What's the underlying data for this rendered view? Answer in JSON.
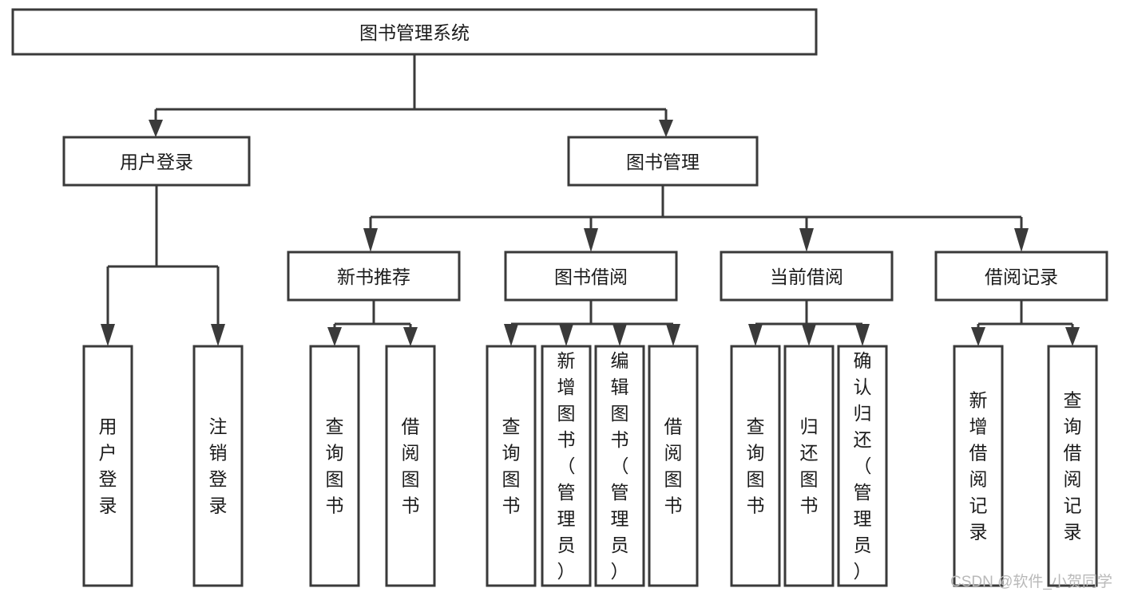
{
  "diagram": {
    "type": "tree",
    "title": "图书管理系统",
    "root": {
      "id": "root",
      "label": "图书管理系统",
      "orientation": "horizontal"
    },
    "level1": [
      {
        "id": "user-login",
        "label": "用户登录",
        "orientation": "horizontal"
      },
      {
        "id": "book-manage",
        "label": "图书管理",
        "orientation": "horizontal"
      }
    ],
    "level2": [
      {
        "id": "new-book-recommend",
        "label": "新书推荐",
        "orientation": "horizontal"
      },
      {
        "id": "book-borrow",
        "label": "图书借阅",
        "orientation": "horizontal"
      },
      {
        "id": "current-borrow",
        "label": "当前借阅",
        "orientation": "horizontal"
      },
      {
        "id": "borrow-record",
        "label": "借阅记录",
        "orientation": "horizontal"
      }
    ],
    "leaves": {
      "user-login": [
        {
          "id": "leaf-user-login",
          "label": "用户登录",
          "orientation": "vertical"
        },
        {
          "id": "leaf-logout",
          "label": "注销登录",
          "orientation": "vertical"
        }
      ],
      "new-book-recommend": [
        {
          "id": "leaf-query-book-1",
          "label": "查询图书",
          "orientation": "vertical"
        },
        {
          "id": "leaf-borrow-book-1",
          "label": "借阅图书",
          "orientation": "vertical"
        }
      ],
      "book-borrow": [
        {
          "id": "leaf-query-book-2",
          "label": "查询图书",
          "orientation": "vertical"
        },
        {
          "id": "leaf-add-book",
          "label": "新增图书（管理员）",
          "orientation": "vertical"
        },
        {
          "id": "leaf-edit-book",
          "label": "编辑图书（管理员）",
          "orientation": "vertical"
        },
        {
          "id": "leaf-borrow-book-2",
          "label": "借阅图书",
          "orientation": "vertical"
        }
      ],
      "current-borrow": [
        {
          "id": "leaf-query-book-3",
          "label": "查询图书",
          "orientation": "vertical"
        },
        {
          "id": "leaf-return-book",
          "label": "归还图书",
          "orientation": "vertical"
        },
        {
          "id": "leaf-confirm-return",
          "label": "确认归还（管理员）",
          "orientation": "vertical"
        }
      ],
      "borrow-record": [
        {
          "id": "leaf-add-record",
          "label": "新增借阅记录",
          "orientation": "vertical"
        },
        {
          "id": "leaf-query-record",
          "label": "查询借阅记录",
          "orientation": "vertical"
        }
      ]
    },
    "colors": {
      "box_stroke": "#3a3a3a",
      "box_fill": "#ffffff",
      "text": "#1b1b1b",
      "background": "#ffffff",
      "watermark": "#b9b9b9"
    }
  },
  "watermark": {
    "text": "CSDN @软件_小贺同学"
  }
}
